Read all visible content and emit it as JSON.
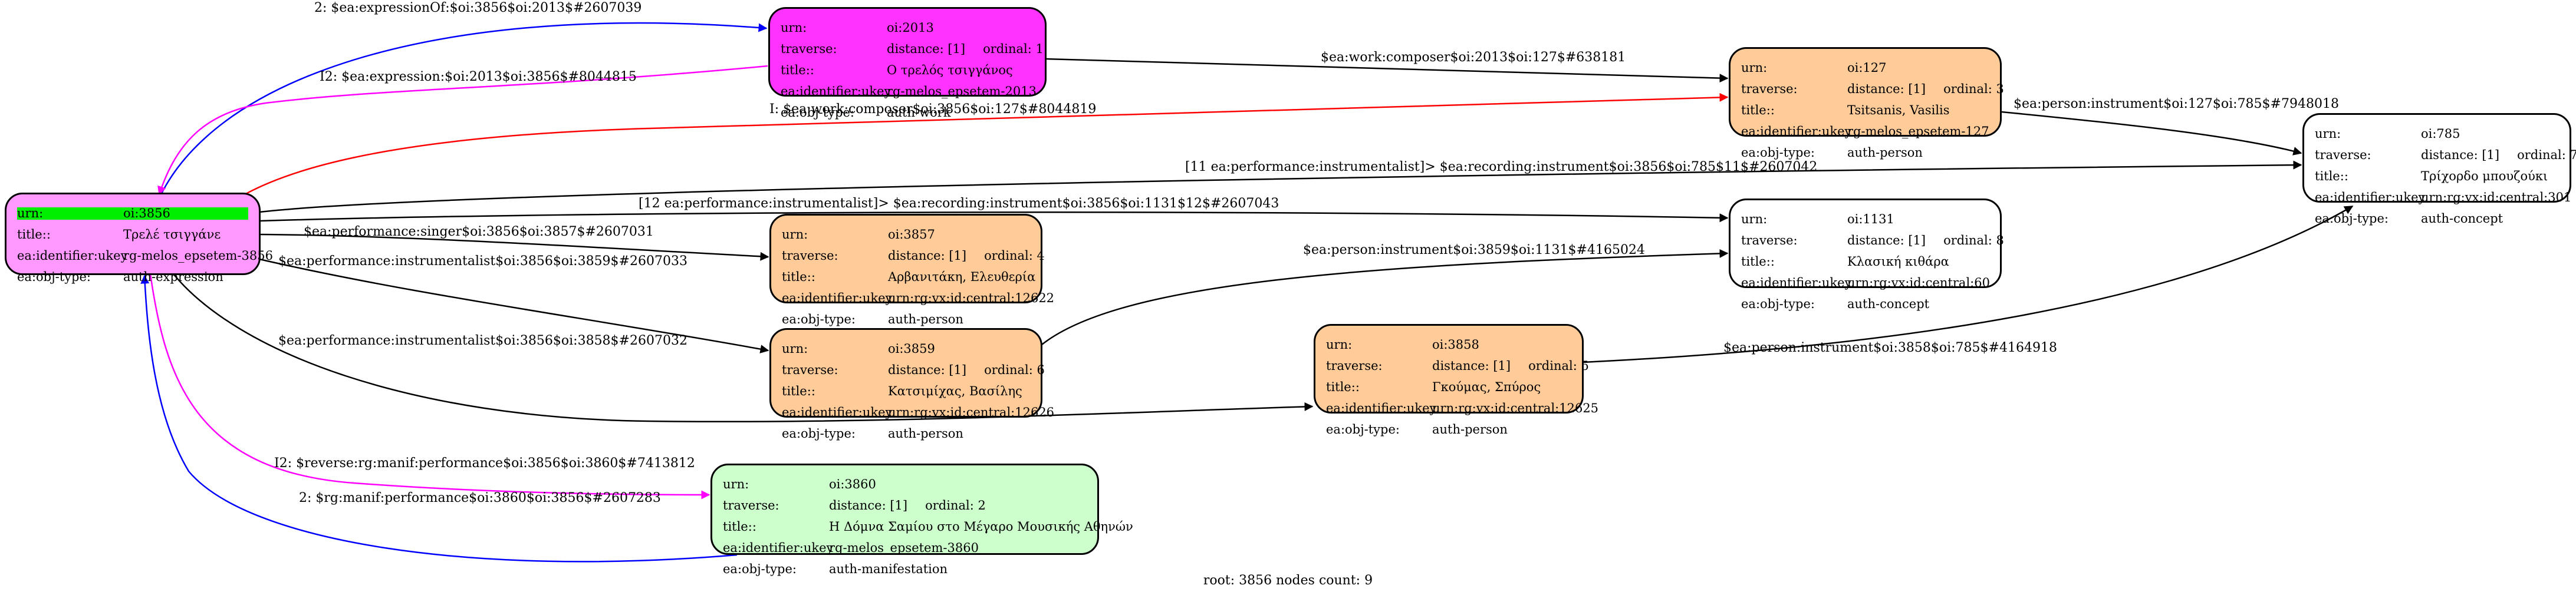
{
  "labels": {
    "urn": "urn:",
    "traverse": "traverse:",
    "title": "title::",
    "identifier": "ea:identifier:ukey",
    "obj_type": "ea:obj-type:"
  },
  "colors": {
    "expression": "#ff99ff",
    "work": "#ff33ff",
    "person": "#ffcc99",
    "concept": "#ffffff",
    "manifestation": "#ccffcc",
    "highlight": "#00ee00",
    "edge_black": "#000000",
    "edge_blue": "#0000ff",
    "edge_magenta": "#ff00ff",
    "edge_red": "#ff0000"
  },
  "nodes": [
    {
      "id": "n3856",
      "type": "expression",
      "urn": "oi:3856",
      "title": "Τρελέ τσιγγάνε",
      "identifier": "rg-melos_epsetem-3856",
      "obj_type": "auth-expression"
    },
    {
      "id": "n2013",
      "type": "work",
      "urn": "oi:2013",
      "distance": "distance: [1]",
      "ordinal": "ordinal: 1",
      "title": "Ο τρελός τσιγγάνος",
      "identifier": "rg-melos_epsetem-2013",
      "obj_type": "auth-work"
    },
    {
      "id": "n127",
      "type": "person",
      "urn": "oi:127",
      "distance": "distance: [1]",
      "ordinal": "ordinal: 3",
      "title": "Tsitsanis, Vasilis",
      "identifier": "rg-melos_epsetem-127",
      "obj_type": "auth-person"
    },
    {
      "id": "n785",
      "type": "concept",
      "urn": "oi:785",
      "distance": "distance: [1]",
      "ordinal": "ordinal: 7",
      "title": "Τρίχορδο μπουζούκι",
      "identifier": "urn:rg:vx:id:central:301",
      "obj_type": "auth-concept"
    },
    {
      "id": "n1131",
      "type": "concept",
      "urn": "oi:1131",
      "distance": "distance: [1]",
      "ordinal": "ordinal: 8",
      "title": "Κλασική κιθάρα",
      "identifier": "urn:rg:vx:id:central:60",
      "obj_type": "auth-concept"
    },
    {
      "id": "n3857",
      "type": "person",
      "urn": "oi:3857",
      "distance": "distance: [1]",
      "ordinal": "ordinal: 4",
      "title": "Αρβανιτάκη, Ελευθερία",
      "identifier": "urn:rg:vx:id:central:12622",
      "obj_type": "auth-person"
    },
    {
      "id": "n3859",
      "type": "person",
      "urn": "oi:3859",
      "distance": "distance: [1]",
      "ordinal": "ordinal: 6",
      "title": "Κατσιμίχας, Βασίλης",
      "identifier": "urn:rg:vx:id:central:12626",
      "obj_type": "auth-person"
    },
    {
      "id": "n3858",
      "type": "person",
      "urn": "oi:3858",
      "distance": "distance: [1]",
      "ordinal": "ordinal: 5",
      "title": "Γκούμας, Σπύρος",
      "identifier": "urn:rg:vx:id:central:12625",
      "obj_type": "auth-person"
    },
    {
      "id": "n3860",
      "type": "manifestation",
      "urn": "oi:3860",
      "distance": "distance: [1]",
      "ordinal": "ordinal: 2",
      "title": "Η Δόμνα Σαμίου στο Μέγαρο Μουσικής Αθηνών",
      "identifier": "rg-melos_epsetem-3860",
      "obj_type": "auth-manifestation"
    }
  ],
  "edges": [
    {
      "id": "e1",
      "from": "n3856",
      "to": "n2013",
      "color": "blue",
      "label": "2: $ea:expressionOf:$oi:3856$oi:2013$#2607039"
    },
    {
      "id": "e2",
      "from": "n2013",
      "to": "n3856",
      "color": "magenta",
      "label": "I2: $ea:expression:$oi:2013$oi:3856$#8044815"
    },
    {
      "id": "e3",
      "from": "n2013",
      "to": "n127",
      "color": "black",
      "label": "$ea:work:composer$oi:2013$oi:127$#638181"
    },
    {
      "id": "e4",
      "from": "n3856",
      "to": "n127",
      "color": "red",
      "label": "I: $ea:work:composer$oi:3856$oi:127$#8044819"
    },
    {
      "id": "e5",
      "from": "n127",
      "to": "n785",
      "color": "black",
      "label": "$ea:person:instrument$oi:127$oi:785$#7948018"
    },
    {
      "id": "e6",
      "from": "n3856",
      "to": "n785",
      "color": "black",
      "label": "[11 ea:performance:instrumentalist]> $ea:recording:instrument$oi:3856$oi:785$11$#2607042"
    },
    {
      "id": "e7",
      "from": "n3856",
      "to": "n1131",
      "color": "black",
      "label": "[12 ea:performance:instrumentalist]> $ea:recording:instrument$oi:3856$oi:1131$12$#2607043"
    },
    {
      "id": "e8",
      "from": "n3856",
      "to": "n3857",
      "color": "black",
      "label": "$ea:performance:singer$oi:3856$oi:3857$#2607031"
    },
    {
      "id": "e9",
      "from": "n3856",
      "to": "n3859",
      "color": "black",
      "label": "$ea:performance:instrumentalist$oi:3856$oi:3859$#2607033"
    },
    {
      "id": "e10",
      "from": "n3859",
      "to": "n1131",
      "color": "black",
      "label": "$ea:person:instrument$oi:3859$oi:1131$#4165024"
    },
    {
      "id": "e11",
      "from": "n3856",
      "to": "n3858",
      "color": "black",
      "label": "$ea:performance:instrumentalist$oi:3856$oi:3858$#2607032"
    },
    {
      "id": "e12",
      "from": "n3858",
      "to": "n785",
      "color": "black",
      "label": "$ea:person:instrument$oi:3858$oi:785$#4164918"
    },
    {
      "id": "e13",
      "from": "n3856",
      "to": "n3860",
      "color": "magenta",
      "label": "I2: $reverse:rg:manif:performance$oi:3856$oi:3860$#7413812"
    },
    {
      "id": "e14",
      "from": "n3860",
      "to": "n3856",
      "color": "blue",
      "label": "2: $rg:manif:performance$oi:3860$oi:3856$#2607283"
    }
  ],
  "footer": "root: 3856 nodes count: 9"
}
